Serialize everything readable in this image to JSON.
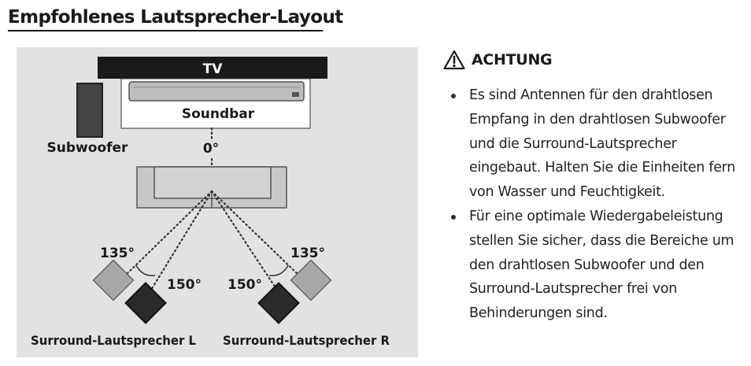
{
  "heading": "Empfohlenes Lautsprecher-Layout",
  "diagram": {
    "tv_label": "TV",
    "soundbar_label": "Soundbar",
    "subwoofer_label": "Subwoofer",
    "front_angle": "0°",
    "left_rear_angle": "135°",
    "left_side_angle": "150°",
    "right_side_angle": "150°",
    "right_rear_angle": "135°",
    "surround_left_label": "Surround-Lautsprecher L",
    "surround_right_label": "Surround-Lautsprecher R"
  },
  "caution": {
    "icon": "warning-triangle-icon",
    "title": "ACHTUNG",
    "bullets": [
      "Es sind Antennen für den drahtlosen Empfang in den drahtlosen Subwoofer und die Surround-Lautsprecher eingebaut. Halten Sie die Einheiten fern von Wasser und Feuchtigkeit.",
      "Für eine optimale Wiedergabeleistung stellen Sie sicher, dass die Bereiche um den drahtlosen Subwoofer und den Surround-Lautsprecher frei von Behinderungen sind."
    ]
  },
  "colors": {
    "background": "#e2e2e2",
    "tv": "#1a1a1a",
    "soundbar": "#bdbdbd",
    "sofa": "#c8c8c8",
    "speaker_active": "#2b2b2b",
    "speaker_inactive": "#a8a8a8"
  }
}
